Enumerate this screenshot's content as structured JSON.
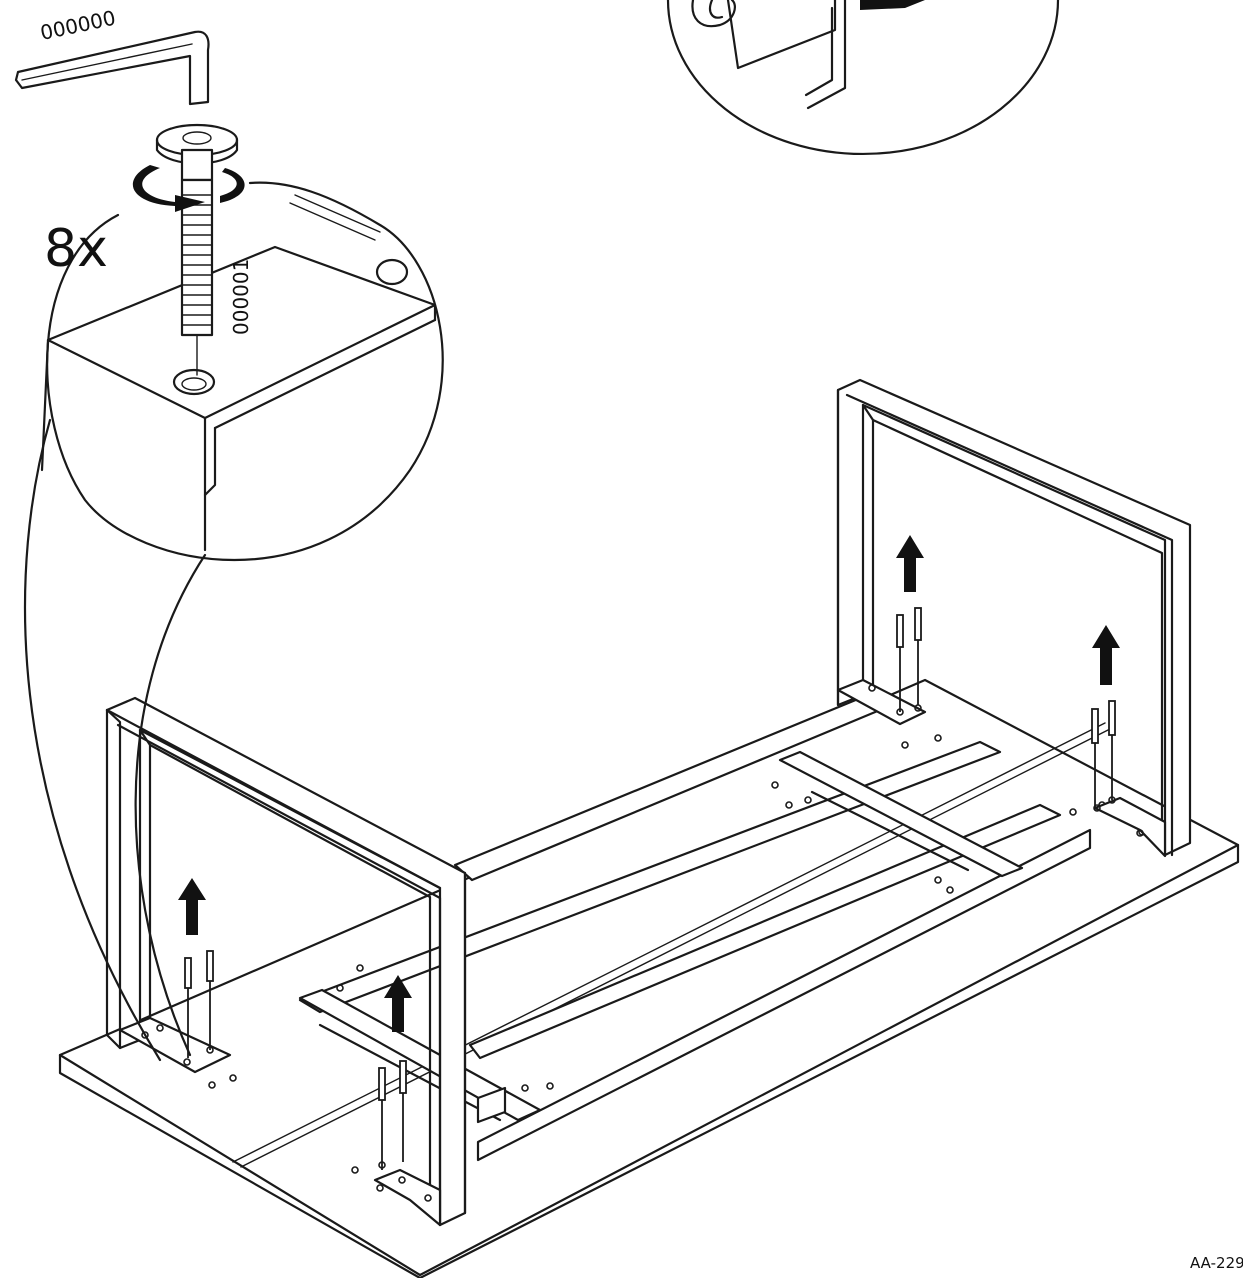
{
  "labels": {
    "allen_key_part_no": "000000",
    "bolt_part_no": "000001",
    "quantity": "8x",
    "doc_code": "AA-229"
  },
  "icons": [
    "allen-key-icon",
    "bolt-icon",
    "rotate-arrow-icon",
    "up-arrow-icon"
  ],
  "colors": {
    "line": "#1a1a1a",
    "arrow": "#111111",
    "background": "#ffffff"
  }
}
